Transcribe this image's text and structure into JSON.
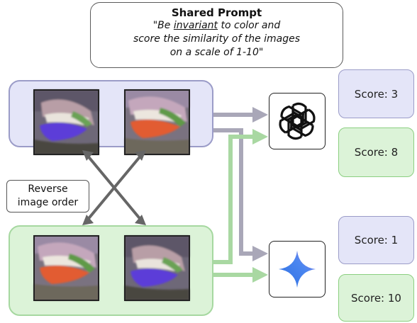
{
  "prompt": {
    "title": "Shared Prompt",
    "line1_pre": "\"Be ",
    "line1_em": "invariant",
    "line1_post": " to color and",
    "line2": "score the similarity of the images",
    "line3": "on a scale of 1-10\""
  },
  "reverse_label": {
    "line1": "Reverse",
    "line2": "image order"
  },
  "models": [
    {
      "name": "chatgpt-logo"
    },
    {
      "name": "gemini-logo"
    }
  ],
  "scores": {
    "chatgpt_order1": "Score: 3",
    "chatgpt_order2": "Score: 8",
    "gemini_order1": "Score: 1",
    "gemini_order2": "Score: 10"
  },
  "colors": {
    "purple_fill": "#e4e5f8",
    "purple_border": "#9b9cc8",
    "green_fill": "#dcf3d8",
    "green_border": "#a6d8a0",
    "arrow_gray": "#a9a7b8",
    "arrow_green": "#a9d8a2",
    "cross_arrows": "#666666"
  }
}
